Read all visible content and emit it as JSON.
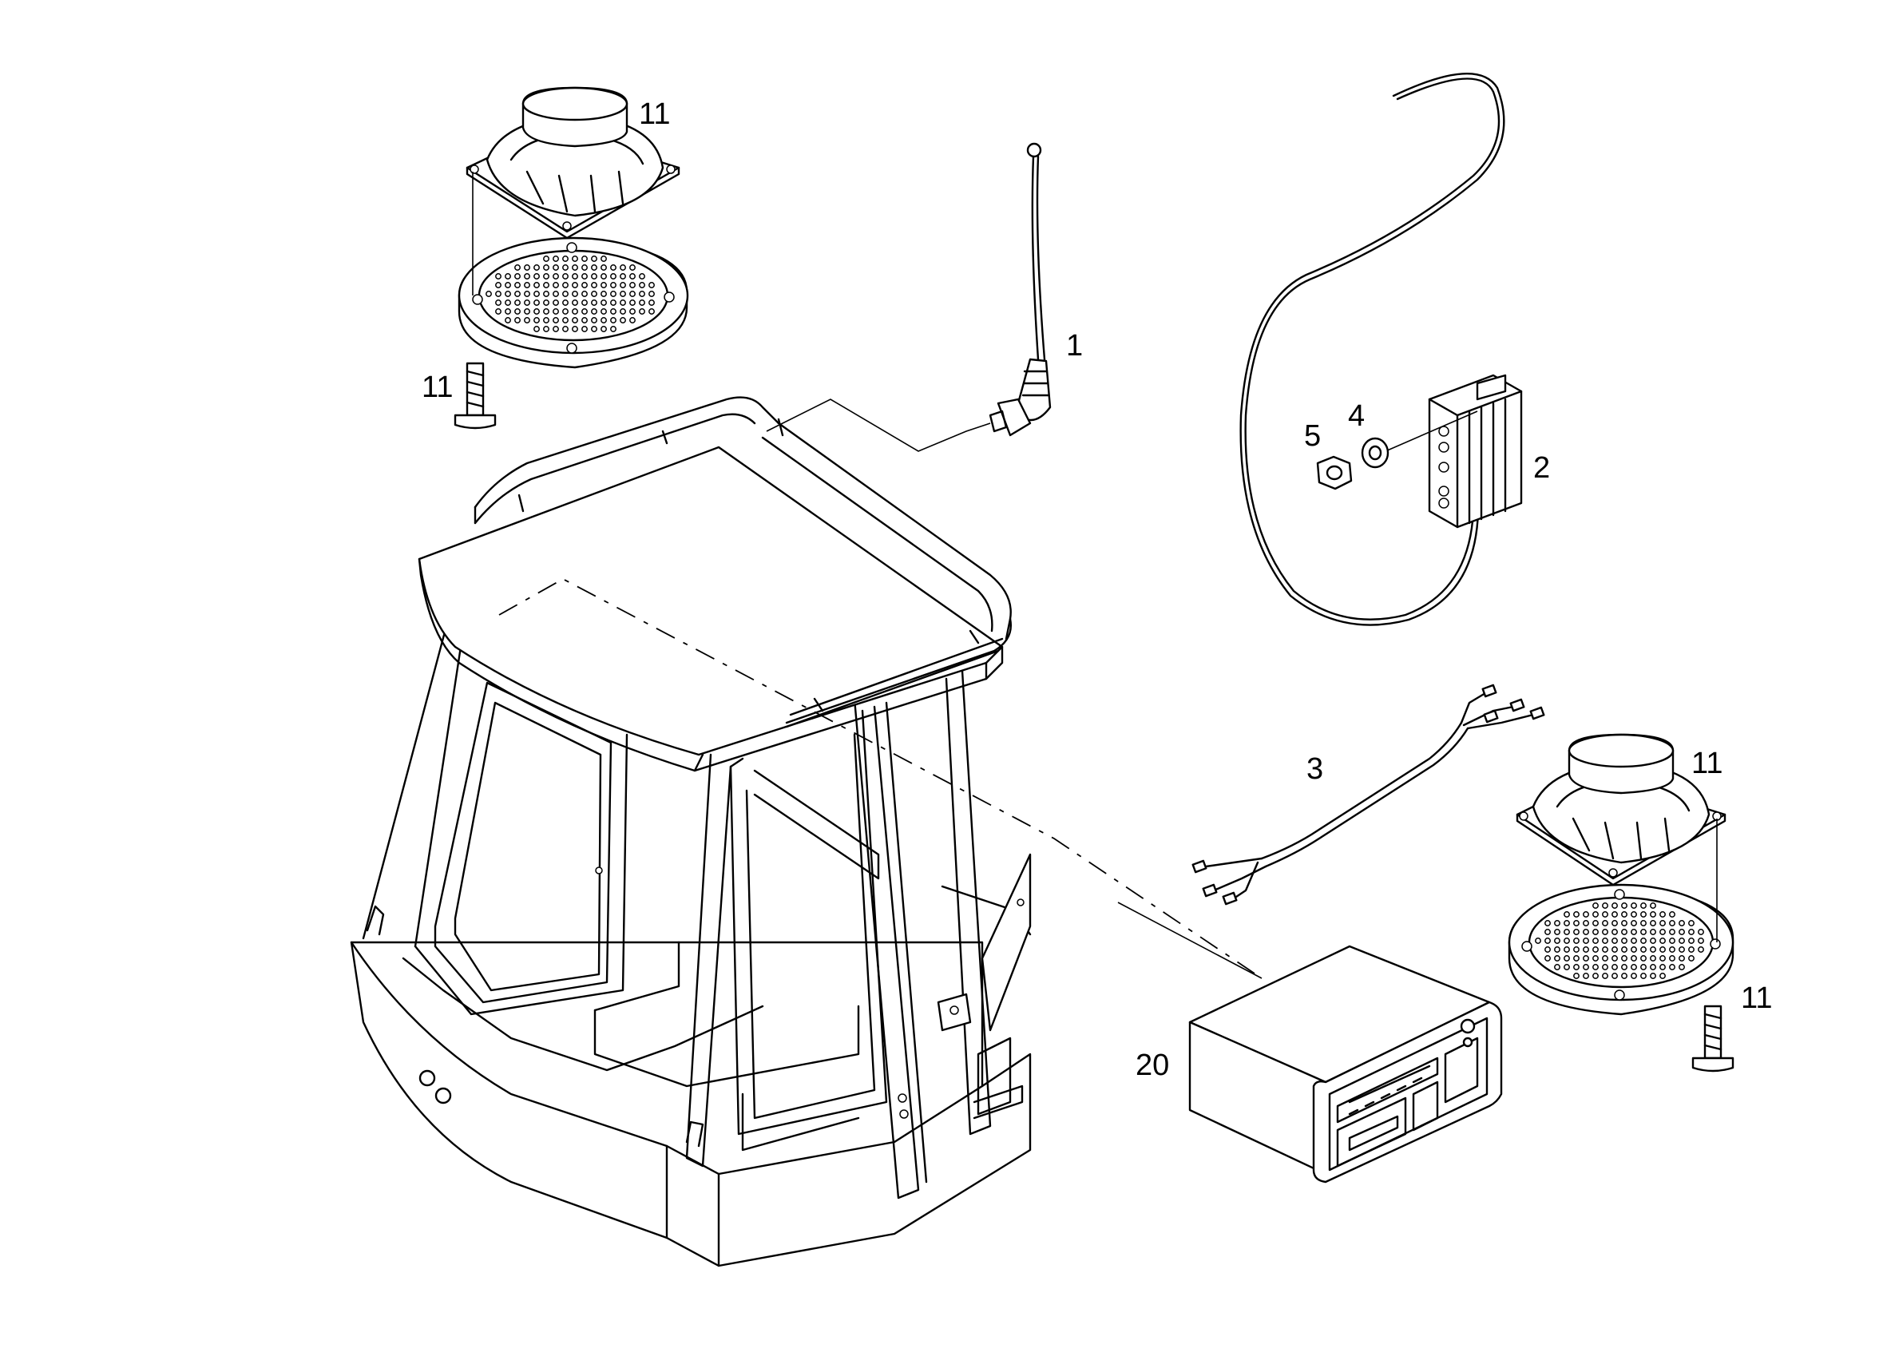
{
  "callouts": {
    "antenna": "1",
    "amplifier": "2",
    "wire_harness": "3",
    "washer": "4",
    "nut": "5",
    "speaker_top": "11",
    "speaker_top_screw": "11",
    "speaker_right": "11",
    "speaker_right_screw": "11",
    "radio": "20"
  }
}
